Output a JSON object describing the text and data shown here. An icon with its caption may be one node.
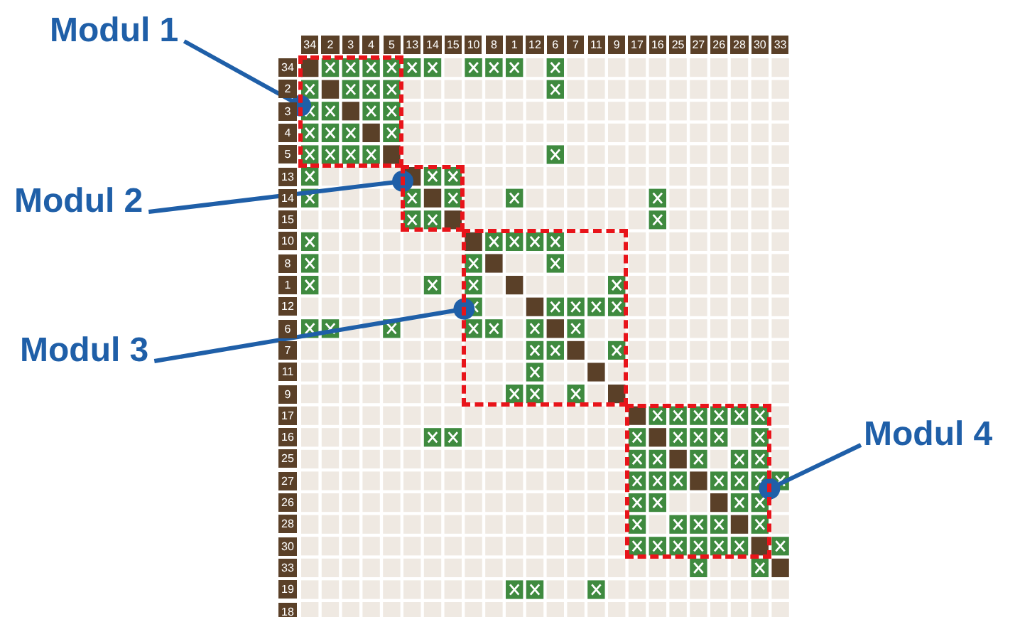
{
  "diagram": {
    "nodes": [
      {
        "text": [
          "Modul 1"
        ]
      },
      {
        "text": [
          "Modul 2"
        ]
      },
      {
        "text": [
          "Modul 3"
        ]
      },
      {
        "text": [
          "Modul 4"
        ]
      },
      {
        "text": [],
        "shape": "box"
      },
      {
        "text": [],
        "shape": "box"
      },
      {
        "text": [],
        "shape": "box"
      },
      {
        "text": [],
        "shape": "box"
      }
    ],
    "edges": [
      {
        "from": 0,
        "to": 4,
        "arrow": "other"
      },
      {
        "from": 1,
        "to": 5,
        "arrow": "other"
      },
      {
        "from": 2,
        "to": 6,
        "arrow": "other"
      },
      {
        "from": 3,
        "to": 7,
        "arrow": "other"
      }
    ],
    "labels": [
      "34",
      "2",
      "3",
      "4",
      "5",
      "13",
      "14",
      "15",
      "10",
      "8",
      "1",
      "12",
      "6",
      "7",
      "11",
      "9",
      "17",
      "16",
      "25",
      "27",
      "26",
      "28",
      "30",
      "33",
      "34",
      "2",
      "3",
      "4",
      "5",
      "13",
      "14",
      "15",
      "10",
      "8",
      "1",
      "12",
      "6",
      "7",
      "11",
      "9",
      "17",
      "16",
      "25",
      "27",
      "26",
      "28",
      "30",
      "33",
      "19",
      "18"
    ]
  }
}
